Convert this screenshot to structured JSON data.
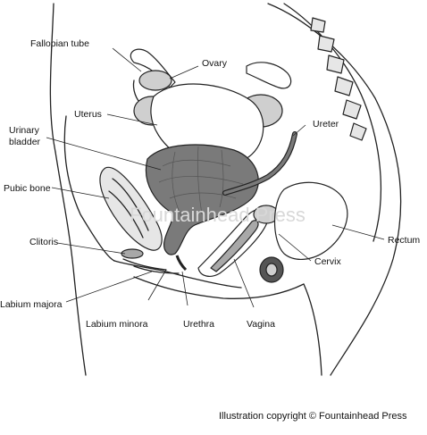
{
  "labels": {
    "fallopian_tube": "Fallopian tube",
    "ovary": "Ovary",
    "uterus": "Uterus",
    "urinary_bladder_line1": "Urinary",
    "urinary_bladder_line2": "bladder",
    "ureter": "Ureter",
    "pubic_bone": "Pubic bone",
    "clitoris": "Clitoris",
    "rectum": "Rectum",
    "cervix": "Cervix",
    "labium_majora": "Labium majora",
    "labium_minora": "Labium minora",
    "urethra": "Urethra",
    "vagina": "Vagina"
  },
  "watermark": "Fountainhead Press",
  "credit": "Illustration copyright © Fountainhead Press",
  "colors": {
    "line": "#222222",
    "organ_dark": "#7a7a7a",
    "organ_mid": "#a8a8a8",
    "organ_light": "#cfcfcf",
    "bone": "#e6e6e6"
  }
}
